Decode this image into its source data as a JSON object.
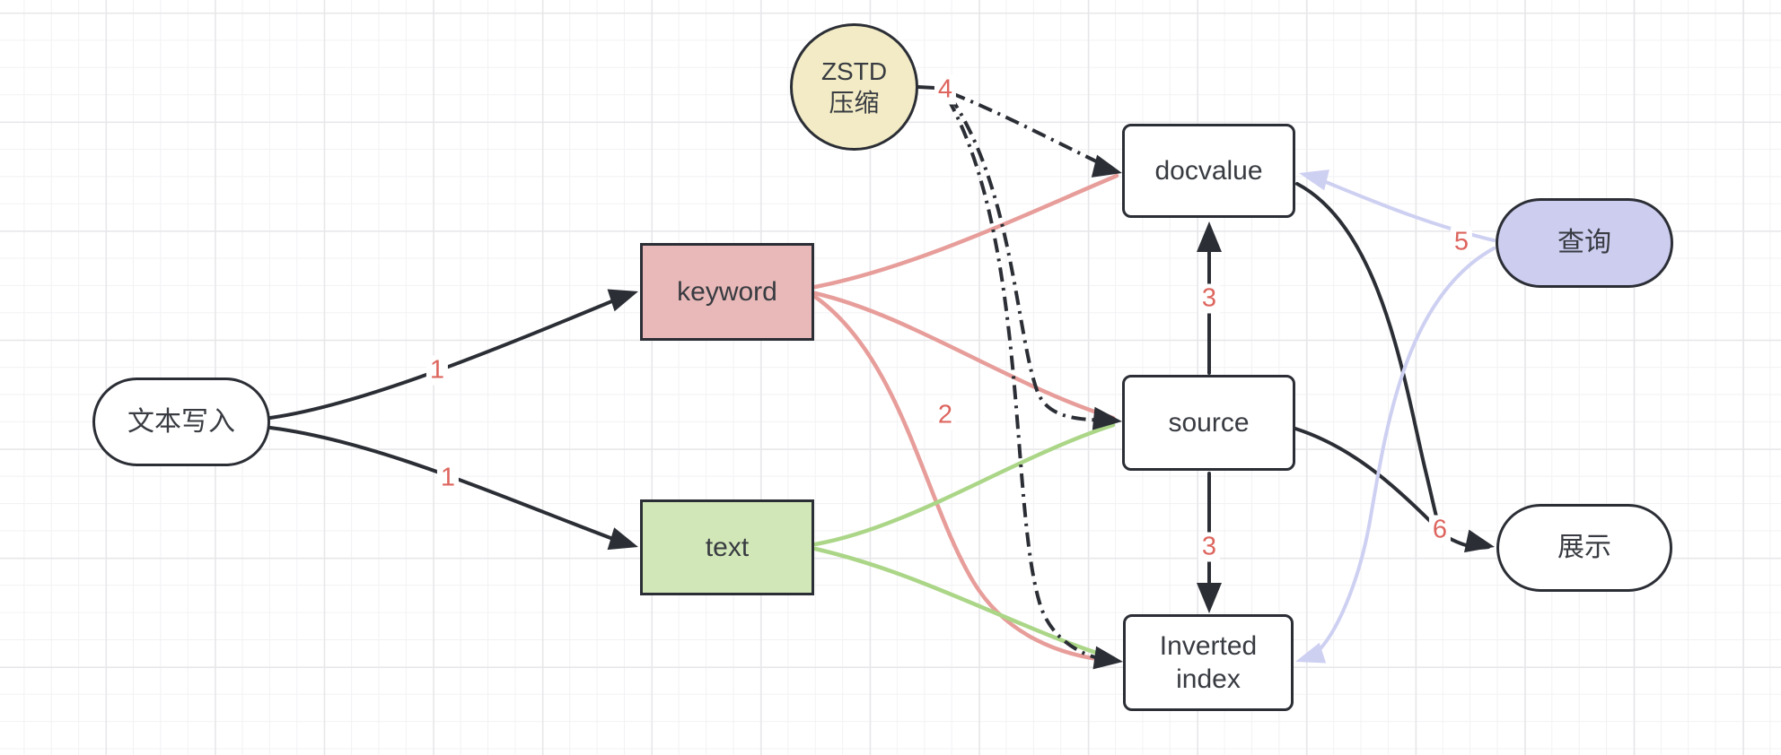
{
  "diagram": {
    "nodes": {
      "text_write": {
        "label": "文本写入"
      },
      "keyword": {
        "label": "keyword"
      },
      "text": {
        "label": "text"
      },
      "zstd": {
        "label_line1": "ZSTD",
        "label_line2": "压缩"
      },
      "docvalue": {
        "label": "docvalue"
      },
      "source": {
        "label": "source"
      },
      "inverted_index": {
        "label_line1": "Inverted",
        "label_line2": "index"
      },
      "query": {
        "label": "查询"
      },
      "display": {
        "label": "展示"
      }
    },
    "edge_labels": {
      "write_to_keyword": "1",
      "write_to_text": "1",
      "keyword_to_inverted": "2",
      "source_to_docvalue": "3",
      "source_to_inverted": "3",
      "zstd_compress": "4",
      "query_read": "5",
      "to_display": "6"
    },
    "colors": {
      "node_border": "#2b2e35",
      "node_text": "#383b41",
      "edge_black": "#2b2e35",
      "edge_red": "#e79d9a",
      "edge_green": "#abd687",
      "edge_lavender": "#ced0f2",
      "label_red": "#dd655e",
      "fill_keyword": "#e8b9b8",
      "fill_text": "#d2e7b8",
      "fill_zstd": "#f2ebc5",
      "fill_query": "#cdcdf0",
      "fill_white": "#ffffff",
      "grid_minor": "#f2f2f4",
      "grid_major": "#e7e7ea",
      "canvas": "#ffffff"
    }
  }
}
